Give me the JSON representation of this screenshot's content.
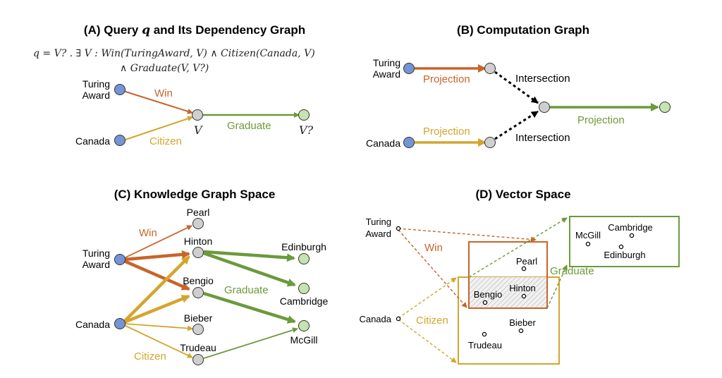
{
  "colors": {
    "blue_node": "#7594d6",
    "grey_node": "#cfcfcf",
    "green_node": "#c6e3b0",
    "orange": "#c8642a",
    "gold": "#d4a52e",
    "green": "#6b9a3b"
  },
  "panelA": {
    "title_pre": "(A) Query ",
    "title_q": "q",
    "title_post": " and Its Dependency Graph",
    "formula_line1": "q = V? . ∃ V : Win(TuringAward, V) ∧ Citizen(Canada, V)",
    "formula_line2": "∧ Graduate(V, V?)",
    "node_turing_1": "Turing",
    "node_turing_2": "Award",
    "node_canada": "Canada",
    "var_v": "V",
    "var_vq": "V?",
    "rel_win": "Win",
    "rel_citizen": "Citizen",
    "rel_graduate": "Graduate"
  },
  "panelB": {
    "title": "(B) Computation Graph",
    "node_turing_1": "Turing",
    "node_turing_2": "Award",
    "node_canada": "Canada",
    "proj_top": "Projection",
    "proj_bottom": "Projection",
    "proj_right": "Projection",
    "inter_top": "Intersection",
    "inter_bottom": "Intersection"
  },
  "panelC": {
    "title": "(C) Knowledge Graph Space",
    "turing_1": "Turing",
    "turing_2": "Award",
    "canada": "Canada",
    "pearl": "Pearl",
    "hinton": "Hinton",
    "bengio": "Bengio",
    "bieber": "Bieber",
    "trudeau": "Trudeau",
    "edinburgh": "Edinburgh",
    "cambridge": "Cambridge",
    "mcgill": "McGill",
    "rel_win": "Win",
    "rel_graduate": "Graduate",
    "rel_citizen": "Citizen"
  },
  "panelD": {
    "title": "(D) Vector Space",
    "turing_1": "Turing",
    "turing_2": "Award",
    "canada": "Canada",
    "rel_win": "Win",
    "rel_citizen": "Citizen",
    "rel_graduate": "Graduate",
    "pearl": "Pearl",
    "hinton": "Hinton",
    "bengio": "Bengio",
    "bieber": "Bieber",
    "trudeau": "Trudeau",
    "mcgill": "McGill",
    "cambridge": "Cambridge",
    "edinburgh": "Edinburgh"
  }
}
